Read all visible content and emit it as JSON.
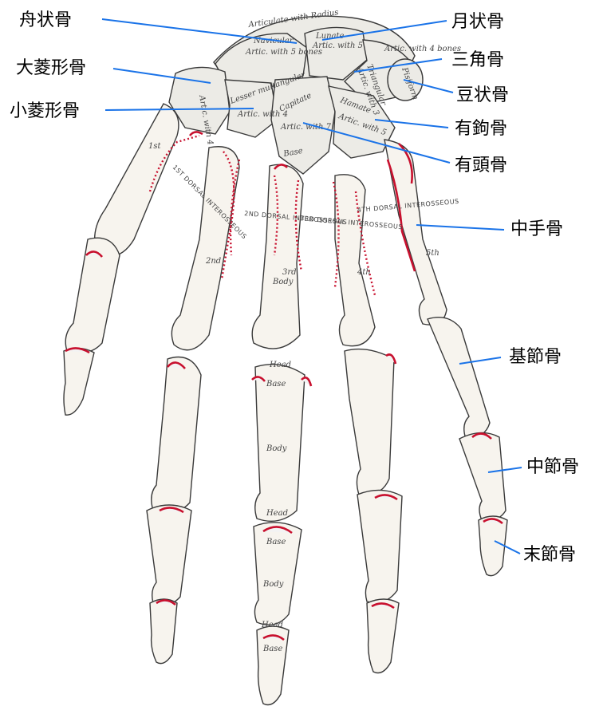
{
  "labels": {
    "scaphoid": "舟状骨",
    "trapezium": "大菱形骨",
    "trapezoid": "小菱形骨",
    "lunate": "月状骨",
    "triquetrum": "三角骨",
    "pisiform": "豆状骨",
    "hamate": "有鉤骨",
    "capitate": "有頭骨",
    "metacarpal": "中手骨",
    "proximal_phalanx": "基節骨",
    "middle_phalanx": "中節骨",
    "distal_phalanx": "末節骨"
  },
  "bone_text": {
    "articulate_with_radius": "Articulate with Radius",
    "navicular": "Navicular",
    "navicular_artic": "Artic. with 5 bones",
    "lunate": "Lunate",
    "lunate_artic": "Artic. with 5",
    "triangular": "Triangular",
    "triangular_artic": "Artic. with 3",
    "artic_4bones": "Artic. with 4 bones",
    "pisiform": "Pisiform",
    "lesser_multangular": "Lesser multangular",
    "lesser_artic": "Artic. with 4",
    "greater_artic": "Artic. with 4",
    "hamate": "Hamate",
    "hamate_artic": "Artic. with 5",
    "capitate": "Capitate",
    "capitate_artic": "Artic. with 7",
    "base": "Base",
    "body": "Body",
    "head": "Head",
    "first": "1st",
    "second": "2nd",
    "third": "3rd",
    "fourth": "4th",
    "fifth": "5th",
    "first_dorsal_interosseous": "1ST DORSAL INTEROSSEOUS",
    "second_dorsal_interosseous": "2ND DORSAL INTEROSSEOUS",
    "third_dorsal_interosseous": "3RD DORSAL INTEROSSEOUS",
    "fourth_dorsal_interosseous": "4TH DORSAL INTEROSSEOUS"
  },
  "colors": {
    "leader": "#1a73e8",
    "articular_surface": "#c8102e"
  }
}
